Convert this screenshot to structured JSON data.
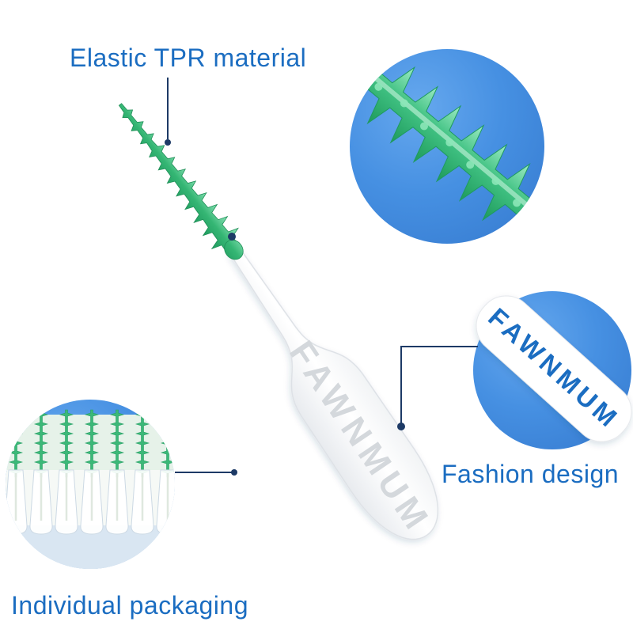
{
  "product_labels": {
    "material": "Elastic TPR material",
    "design": "Fashion design",
    "packaging": "Individual packaging"
  },
  "brand": {
    "handle_text": "FAWNMUM",
    "plaque_text": "FAWNMUM"
  },
  "colors": {
    "label_blue": "#1b6dc1",
    "inset_blue": "#4690e2",
    "brush_green": "#3cb878",
    "connector_navy": "#1d3a66"
  }
}
